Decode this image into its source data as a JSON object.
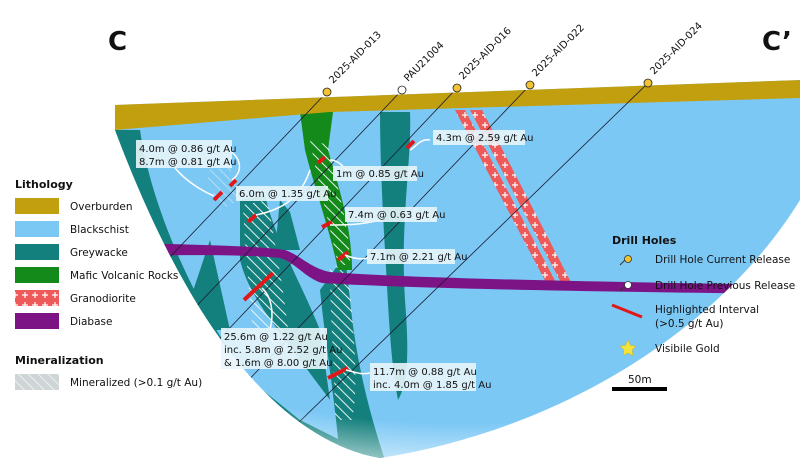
{
  "section": {
    "left_label": "C",
    "right_label": "C’"
  },
  "drill_holes": [
    {
      "name": "2025-AID-013",
      "release": "current"
    },
    {
      "name": "PAU21004",
      "release": "previous"
    },
    {
      "name": "2025-AID-016",
      "release": "current"
    },
    {
      "name": "2025-AID-022",
      "release": "current"
    },
    {
      "name": "2025-AID-024",
      "release": "current"
    }
  ],
  "intercepts": [
    "4.0m @ 0.86 g/t Au",
    "8.7m @ 0.81 g/t Au",
    "6.0m @ 1.35 g/t Au",
    "1m @ 0.85 g/t Au",
    "4.3m @ 2.59 g/t Au",
    "7.4m @ 0.63 g/t Au",
    "7.1m @ 2.21 g/t Au",
    "25.6m @ 1.22 g/t Au",
    "inc. 5.8m @ 2.52 g/t Au",
    "& 1.6m @ 8.00 g/t Au",
    "11.7m @ 0.88 g/t Au",
    "inc. 4.0m @ 1.85 g/t Au"
  ],
  "lithology_legend": {
    "title": "Lithology",
    "items": [
      {
        "label": "Overburden",
        "color": "#c29f0e"
      },
      {
        "label": "Blackschist",
        "color": "#7cc8f5"
      },
      {
        "label": "Greywacke",
        "color": "#14807d"
      },
      {
        "label": "Mafic Volcanic Rocks",
        "color": "#138a1a"
      },
      {
        "label": "Granodiorite",
        "color": "#ee5a5a"
      },
      {
        "label": "Diabase",
        "color": "#7d1486"
      }
    ]
  },
  "mineralization_legend": {
    "title": "Mineralization",
    "items": [
      {
        "label": "Mineralized (>0.1 g/t Au)"
      }
    ]
  },
  "drill_legend": {
    "title": "Drill Holes",
    "items": [
      {
        "label": "Drill Hole Current Release",
        "icon": "collar-filled-icon"
      },
      {
        "label": "Drill Hole Previous Release",
        "icon": "collar-open-icon"
      },
      {
        "label": "Highlighted Interval",
        "sublabel": "(>0.5 g/t Au)",
        "icon": "red-interval-icon"
      },
      {
        "label": "Visibile Gold",
        "icon": "star-icon"
      }
    ]
  },
  "scale_bar": {
    "label": "50m"
  }
}
